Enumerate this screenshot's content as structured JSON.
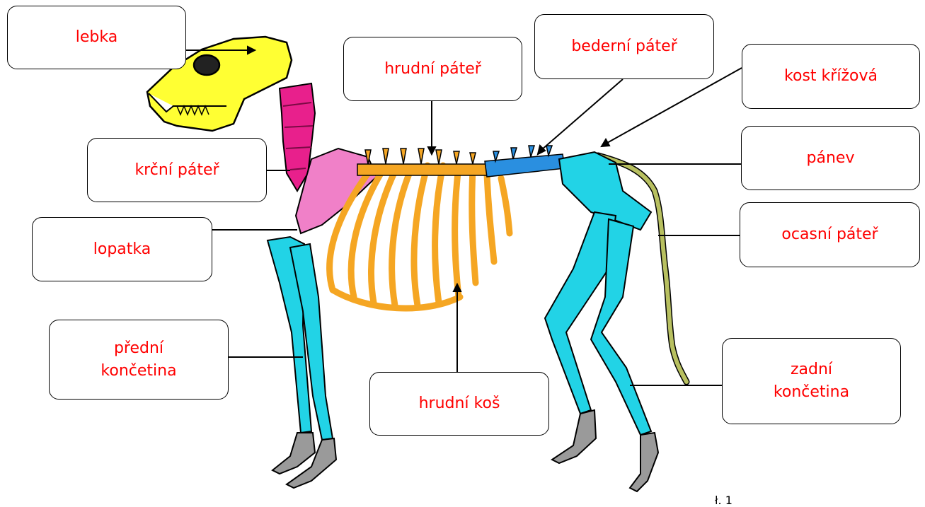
{
  "labels": {
    "lebka": "lebka",
    "hrudni_pater": "hrudní páteř",
    "bederni_pater": "bederní páteř",
    "kost_krizova": "kost křížová",
    "krcni_pater": "krční páteř",
    "panev": "pánev",
    "lopatka": "lopatka",
    "ocasni_pater": "ocasní páteř",
    "predni_koncetina": "přední\nkončetina",
    "hrudni_kos": "hrudní koš",
    "zadni_koncetina": "zadní\nkončetina"
  },
  "corner_mark": "ł. 1",
  "colors": {
    "label_text": "#ff0000",
    "skull": "#ffff33",
    "cervical_spine": "#e8208c",
    "scapula": "#f080c8",
    "ribs": "#f5a623",
    "lumbar_spine": "#2a8fe0",
    "limbs": "#22d3e6",
    "tail": "#b8c060",
    "paws": "#9a9a9a"
  }
}
